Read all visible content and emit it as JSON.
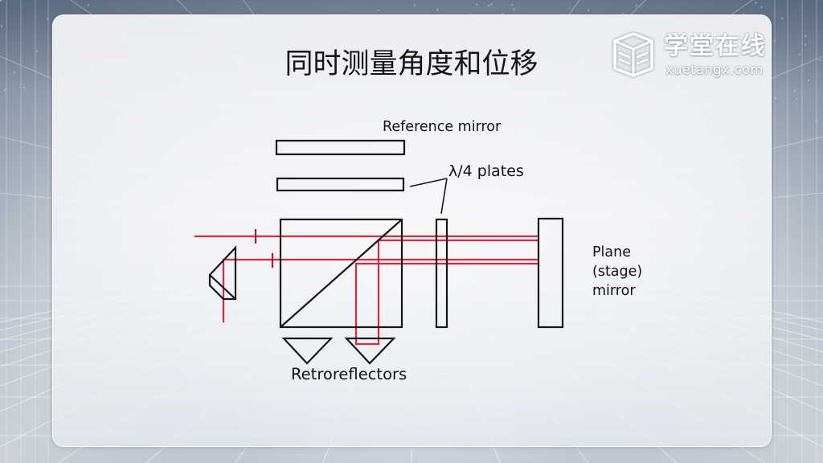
{
  "slide": {
    "title": "同时测量角度和位移"
  },
  "logo": {
    "name": "学堂在线",
    "domain": "xuetangx.com",
    "icon": "xuetangx-book-icon"
  },
  "diagram": {
    "labels": {
      "reference_mirror": "Reference mirror",
      "quarter_wave_plates": "λ/4 plates",
      "plane_mirror_lines": [
        "Plane",
        "(stage)",
        "mirror"
      ],
      "retroreflectors": "Retroreflectors"
    }
  },
  "colors": {
    "beam": "#d42a44",
    "polarization_mark": "#b3182f",
    "outline": "#161616",
    "title": "#151515"
  }
}
